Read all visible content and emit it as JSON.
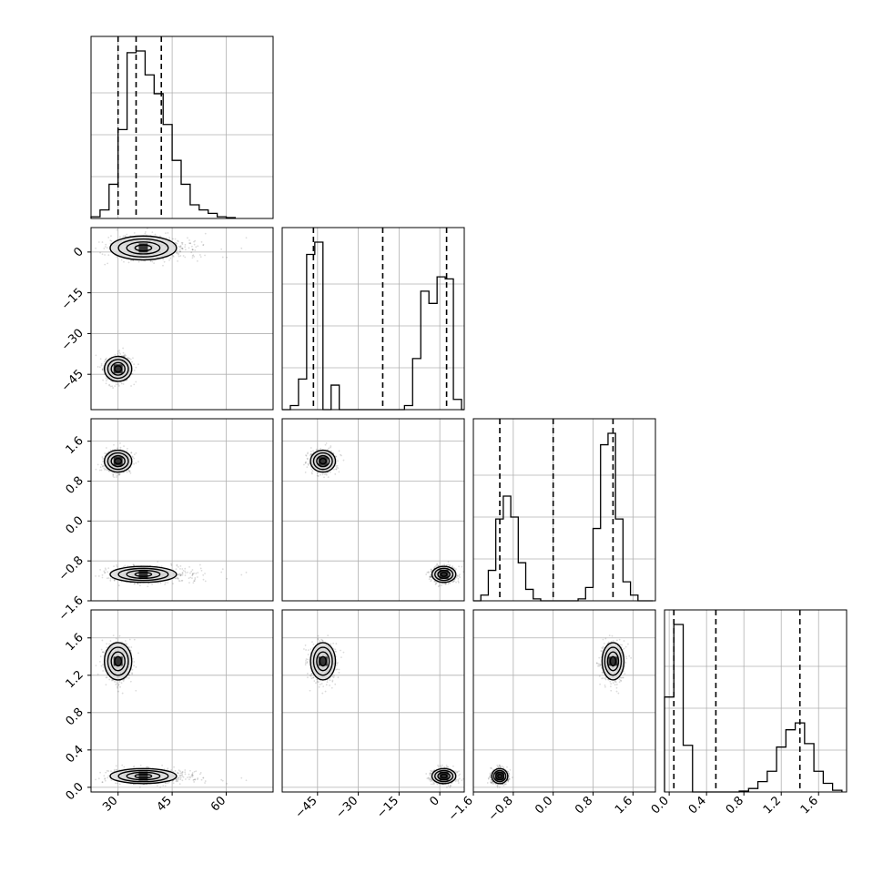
{
  "chart_data": {
    "type": "corner",
    "title": "",
    "parameters": [
      "",
      "",
      "",
      ""
    ],
    "axis_ranges": [
      [
        22.5,
        73
      ],
      [
        -58,
        9
      ],
      [
        -1.6,
        2.05
      ],
      [
        -0.05,
        1.9
      ]
    ],
    "ticks": [
      {
        "values": [
          30,
          45,
          60
        ],
        "labels": [
          "30",
          "45",
          "60"
        ]
      },
      {
        "values": [
          -45,
          -30,
          -15,
          0
        ],
        "labels": [
          "−45",
          "−30",
          "−15",
          "0"
        ]
      },
      {
        "values": [
          -1.6,
          -0.8,
          0.0,
          0.8,
          1.6
        ],
        "labels": [
          "−1.6",
          "−0.8",
          "0.0",
          "0.8",
          "1.6"
        ]
      },
      {
        "values": [
          0.0,
          0.4,
          0.8,
          1.2,
          1.6
        ],
        "labels": [
          "0.0",
          "0.4",
          "0.8",
          "1.2",
          "1.6"
        ]
      }
    ],
    "quantiles": [
      [
        30.0,
        35.0,
        42.0
      ],
      [
        -46.5,
        -21.0,
        2.5
      ],
      [
        -1.07,
        0.0,
        1.2
      ],
      [
        0.05,
        0.5,
        1.4
      ]
    ],
    "histograms": [
      {
        "edges": [
          22.5,
          25.0,
          27.5,
          30.0,
          32.5,
          35.0,
          37.5,
          40.0,
          42.5,
          45.0,
          47.5,
          50.0,
          52.5,
          55.0,
          57.5,
          60.0,
          62.5
        ],
        "counts": [
          0.01,
          0.05,
          0.2,
          0.52,
          0.97,
          0.98,
          0.84,
          0.73,
          0.55,
          0.34,
          0.2,
          0.08,
          0.05,
          0.03,
          0.01,
          0.005
        ]
      },
      {
        "edges": [
          -58,
          -55,
          -52,
          -49,
          -46,
          -43,
          -40,
          -37,
          -34,
          -31,
          -28,
          -25,
          -22,
          -19,
          -16,
          -13,
          -10,
          -7,
          -4,
          -1,
          2,
          5,
          8,
          9
        ],
        "counts": [
          0.0,
          0.02,
          0.15,
          0.76,
          0.82,
          0.0,
          0.12,
          0.0,
          0.0,
          0.0,
          0.0,
          0.0,
          0.0,
          0.0,
          0.0,
          0.02,
          0.25,
          0.58,
          0.52,
          0.65,
          0.64,
          0.05,
          0.0
        ]
      },
      {
        "edges": [
          -1.6,
          -1.45,
          -1.3,
          -1.15,
          -1.0,
          -0.85,
          -0.7,
          -0.55,
          -0.4,
          -0.25,
          -0.1,
          0.05,
          0.2,
          0.35,
          0.5,
          0.65,
          0.8,
          0.95,
          1.1,
          1.25,
          1.4,
          1.55,
          1.7,
          1.85,
          2.0
        ],
        "counts": [
          0.0,
          0.03,
          0.16,
          0.43,
          0.55,
          0.44,
          0.2,
          0.06,
          0.01,
          0.0,
          0.0,
          0.0,
          0.0,
          0.0,
          0.01,
          0.07,
          0.38,
          0.82,
          0.88,
          0.43,
          0.1,
          0.03,
          0.0,
          0.0
        ]
      },
      {
        "edges": [
          -0.05,
          0.05,
          0.15,
          0.25,
          0.35,
          0.45,
          0.55,
          0.65,
          0.75,
          0.85,
          0.95,
          1.05,
          1.15,
          1.25,
          1.35,
          1.45,
          1.55,
          1.65,
          1.75,
          1.85
        ],
        "counts": [
          0.55,
          0.97,
          0.27,
          0.0,
          0.0,
          0.0,
          0.0,
          0.0,
          0.005,
          0.02,
          0.06,
          0.12,
          0.26,
          0.36,
          0.4,
          0.28,
          0.12,
          0.05,
          0.01
        ]
      }
    ],
    "clusters": [
      {
        "mean": [
          37.0,
          1.5,
          -1.07,
          0.12
        ],
        "std": [
          4.6,
          2.2,
          0.08,
          0.04
        ],
        "weight": 0.5
      },
      {
        "mean": [
          30.0,
          -43.0,
          1.2,
          1.35
        ],
        "std": [
          1.9,
          2.3,
          0.11,
          0.1
        ],
        "weight": 0.5
      }
    ],
    "grid": true,
    "line_color": "#000000",
    "contour_fill_color": "#dcdcdc",
    "sample_color": "#000000"
  }
}
